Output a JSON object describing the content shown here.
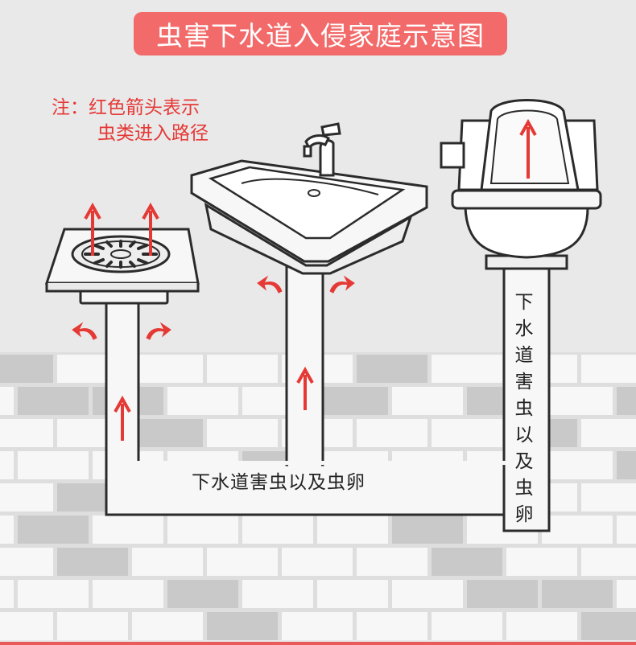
{
  "title": "虫害下水道入侵家庭示意图",
  "note": {
    "line1": "注：红色箭头表示",
    "line2": "虫类进入路径"
  },
  "pipe_labels": {
    "horizontal": "下水道害虫以及虫卵",
    "vertical": "下水道害虫以及虫卵"
  },
  "colors": {
    "title_bg": "#f26a6a",
    "arrow_red": "#e53935",
    "brick_light": "#f7f7f7",
    "brick_gray": "#c9c9c9",
    "mortar": "#dedede"
  },
  "fixtures": [
    "floor-drain",
    "washbasin",
    "toilet"
  ]
}
